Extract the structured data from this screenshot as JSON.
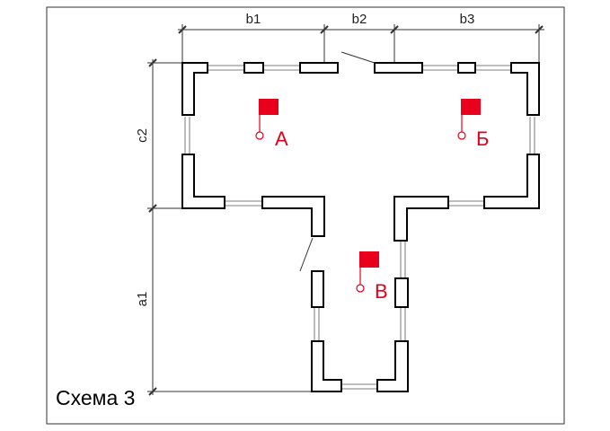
{
  "caption": "Схема 3",
  "dimensions": {
    "b1": "b1",
    "b2": "b2",
    "b3": "b3",
    "c2": "c2",
    "a1": "a1"
  },
  "points": {
    "a": "А",
    "b": "Б",
    "v": "В"
  },
  "colors": {
    "wall": "#000000",
    "marker": "#e8001c",
    "frame": "#333333"
  }
}
